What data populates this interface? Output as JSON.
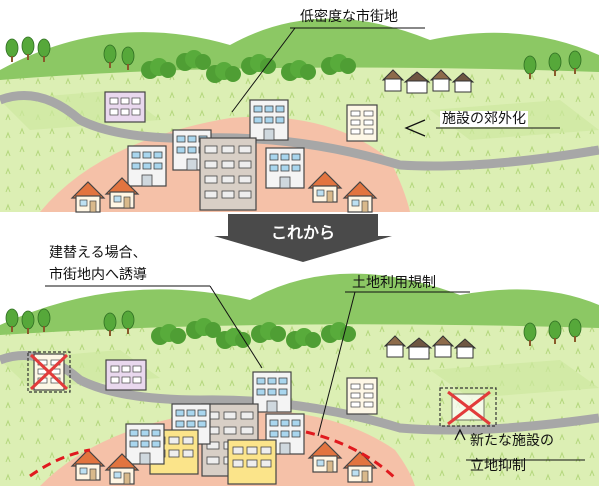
{
  "top_scene": {
    "label_low_density": "低密度な市街地",
    "label_suburbanization": "施設の郊外化"
  },
  "transition": {
    "label": "これから"
  },
  "bottom_scene": {
    "label_rebuild_line1": "建替える場合、",
    "label_rebuild_line2": "市街地内へ誘導",
    "label_land_use": "土地利用規制",
    "label_new_facility_line1": "新たな施設の",
    "label_new_facility_line2": "立地抑制"
  },
  "colors": {
    "field": "#dcefb4",
    "field_stripe": "#c6e28f",
    "hill": "#8cc864",
    "hill_dark": "#5fae3e",
    "road": "#a7a7a7",
    "urban_zone": "#f5c1a8",
    "boundary_dash": "#e0191e",
    "banner": "#4a4a4a",
    "cross": "#e23b3b"
  }
}
